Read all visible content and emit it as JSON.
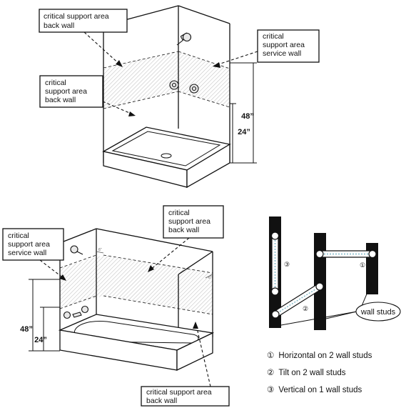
{
  "diagrams": {
    "shower": {
      "callout_back_wall_top": [
        "critical support area",
        "back wall"
      ],
      "callout_service_wall": [
        "critical",
        "support area",
        "service wall"
      ],
      "callout_back_wall_mid": [
        "critical",
        "support area",
        "back wall"
      ],
      "dim_48": "48”",
      "dim_24": "24”"
    },
    "tub": {
      "callout_back_wall_top": [
        "critical",
        "support area",
        "back wall"
      ],
      "callout_service_wall": [
        "critical",
        "support area",
        "service wall"
      ],
      "callout_back_wall_bottom": [
        "critical support area",
        "back wall"
      ],
      "dim_48": "48”",
      "dim_24": "24”",
      "dim_6_a": "6”",
      "dim_6_b": "6”"
    },
    "studs": {
      "num_1": "①",
      "num_2": "②",
      "num_3": "③",
      "wall_studs_label": "wall studs"
    }
  },
  "legend": [
    {
      "num": "①",
      "text": "Horizontal on 2 wall studs"
    },
    {
      "num": "②",
      "text": "Tilt on 2 wall studs"
    },
    {
      "num": "③",
      "text": "Vertical on 1 wall studs"
    }
  ]
}
